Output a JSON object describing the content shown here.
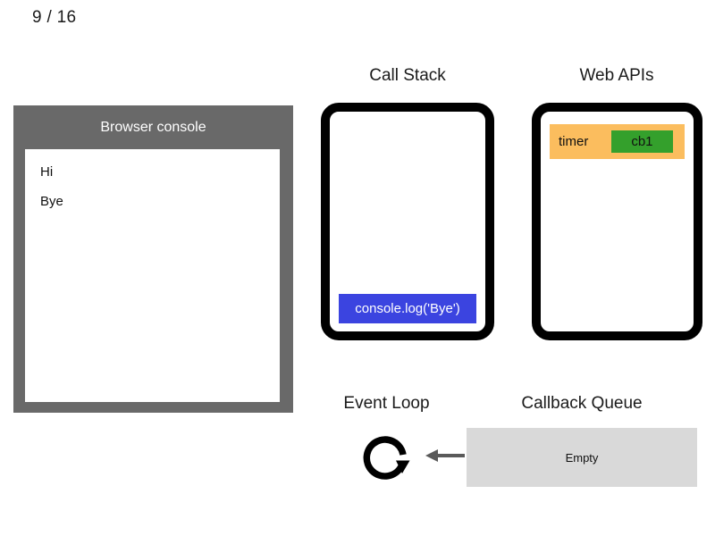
{
  "slide": {
    "counter": "9 / 16"
  },
  "console_panel": {
    "title": "Browser console",
    "lines": [
      "Hi",
      "Bye"
    ]
  },
  "call_stack": {
    "heading": "Call Stack",
    "frames": [
      {
        "label": "console.log('Bye')",
        "color": "#3b44e0"
      }
    ]
  },
  "web_apis": {
    "heading": "Web APIs",
    "rows": [
      {
        "label": "timer",
        "callback": "cb1",
        "row_color": "#fbbd5e",
        "callback_color": "#34a02c"
      }
    ]
  },
  "event_loop": {
    "heading": "Event Loop",
    "icon": "circular-arrow-icon"
  },
  "callback_queue": {
    "heading": "Callback Queue",
    "empty_label": "Empty",
    "items": [],
    "box_color": "#d9d9d9"
  },
  "arrow": {
    "name": "left-arrow-icon",
    "color": "#5a5a5a"
  },
  "theme": {
    "background": "#ffffff",
    "panel_gray": "#696969",
    "text": "#1a1a1a",
    "border_black": "#000000"
  }
}
